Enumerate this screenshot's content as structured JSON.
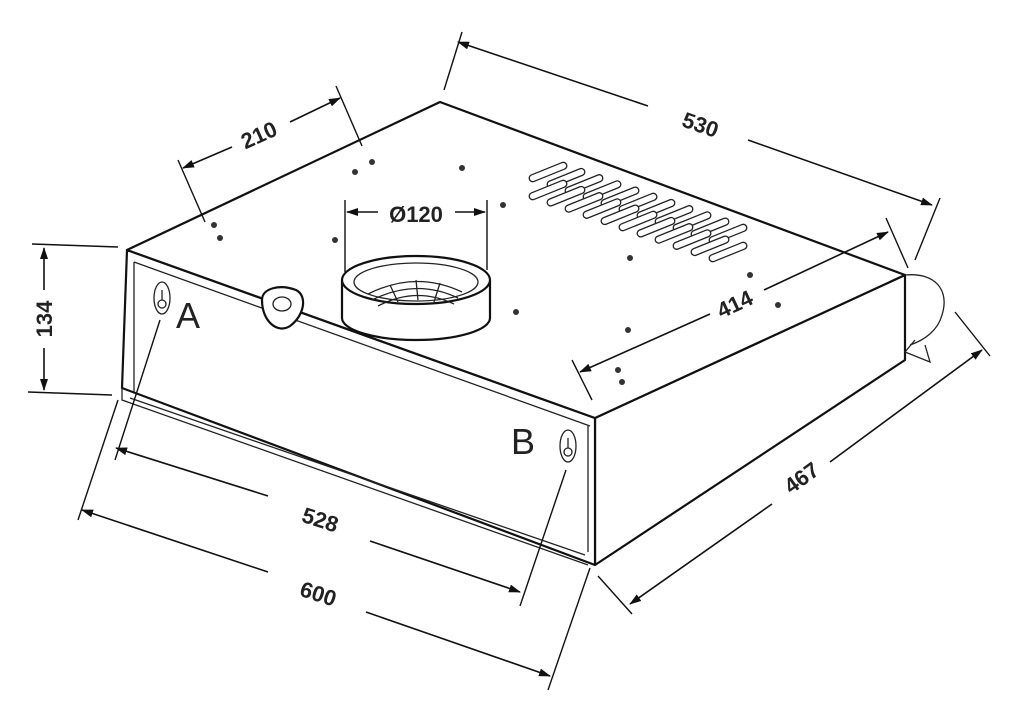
{
  "dimensions": {
    "width_top": "530",
    "depth_left": "210",
    "duct_diameter": "Ø120",
    "height": "134",
    "depth_side": "414",
    "front_inner": "528",
    "front_total": "600",
    "depth_total": "467"
  },
  "markers": {
    "hole_a": "A",
    "hole_b": "B"
  }
}
